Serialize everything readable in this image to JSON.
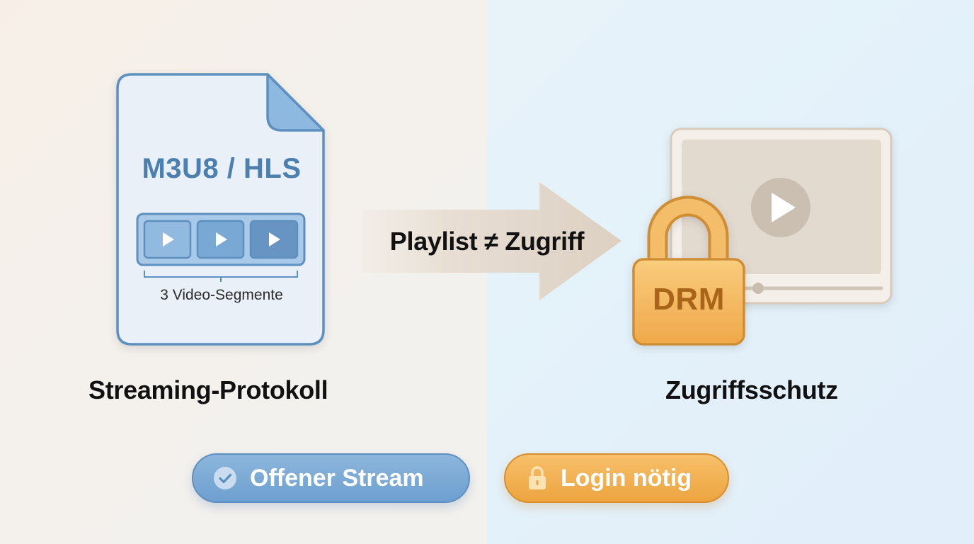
{
  "file_card": {
    "title": "M3U8 / HLS",
    "segments_label": "3 Video-Segmente"
  },
  "left_caption": "Streaming-Protokoll",
  "arrow_label": "Playlist ≠ Zugriff",
  "lock": {
    "label": "DRM"
  },
  "right_caption": "Zugriffsschutz",
  "badges": {
    "open_stream": "Offener Stream",
    "login_required": "Login nötig"
  },
  "colors": {
    "blue_accent": "#4a7fb0",
    "orange_accent": "#eda43f",
    "left_bg": "#f4f1ed",
    "right_bg": "#e3f1fa"
  }
}
